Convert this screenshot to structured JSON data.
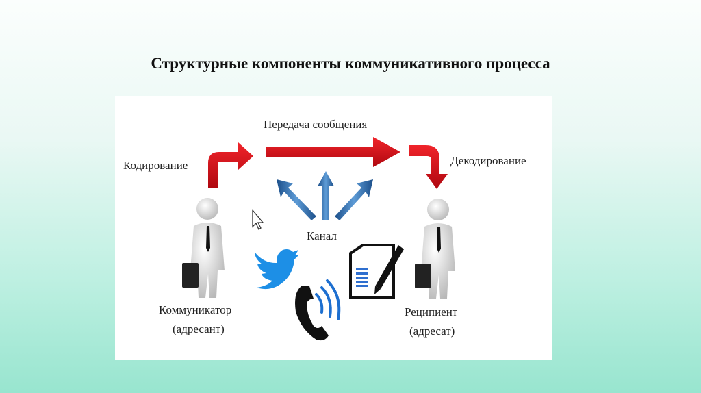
{
  "slide": {
    "title": "Структурные компоненты коммуникативного процесса"
  },
  "diagram": {
    "encoding_label": "Кодирование",
    "transmission_label": "Передача сообщения",
    "decoding_label": "Декодирование",
    "channel_label": "Канал",
    "sender_label": "Коммуникатор",
    "sender_sublabel": "(адресант)",
    "receiver_label": "Реципиент",
    "receiver_sublabel": "(адресат)",
    "colors": {
      "arrow_red": "#e0131b",
      "arrow_blue": "#2f6fb0",
      "twitter_blue": "#1d8fe6"
    }
  }
}
